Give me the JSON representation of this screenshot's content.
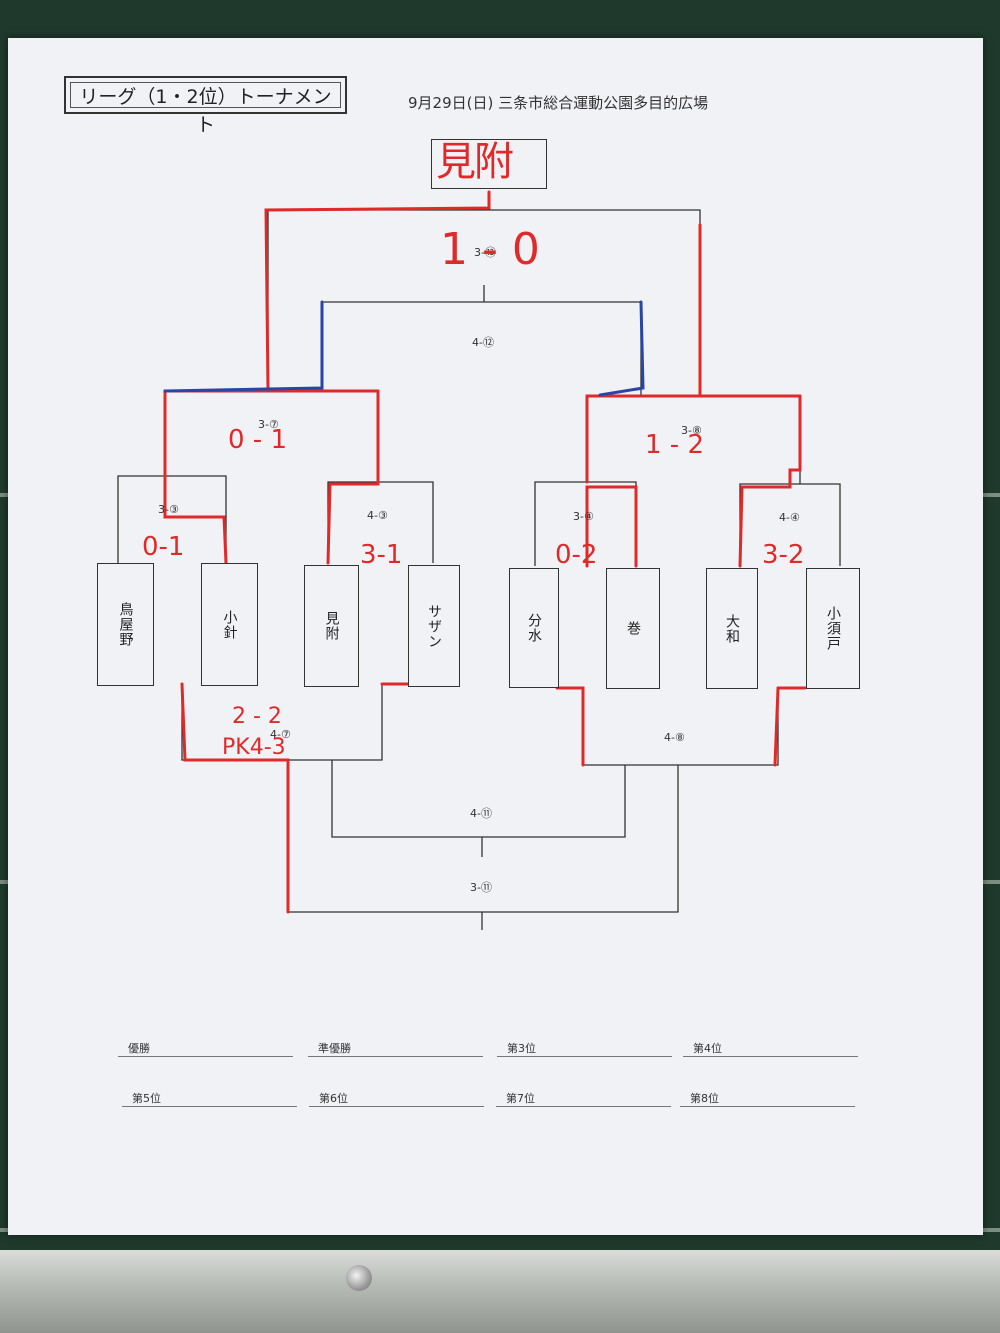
{
  "header": {
    "title": "リーグ（1・2位）トーナメント",
    "info": "9月29日(日)  三条市総合運動公園多目的広場"
  },
  "champion": "見附",
  "teams": [
    "鳥屋野",
    "小針",
    "見附",
    "サザン",
    "分水",
    "巻",
    "大和",
    "小須戸"
  ],
  "matches": {
    "m3_3": {
      "label": "3-③",
      "score": "0-1"
    },
    "m4_3": {
      "label": "4-③",
      "score": "3-1"
    },
    "m3_4": {
      "label": "3-④",
      "score": "0-2"
    },
    "m4_4": {
      "label": "4-④",
      "score": "3-2"
    },
    "m3_7": {
      "label": "3-⑦",
      "score": "0 - 1"
    },
    "m3_8": {
      "label": "3-⑧",
      "score": "1 - 2"
    },
    "m4_7": {
      "label": "4-⑦",
      "score": "2 - 2",
      "pk": "PK4-3"
    },
    "m4_8": {
      "label": "4-⑧"
    },
    "m4_11": {
      "label": "4-⑪"
    },
    "m3_11": {
      "label": "3-⑪"
    },
    "m4_12": {
      "label": "4-⑫"
    },
    "m3_12": {
      "label": "3-⑫",
      "score": "1 - 0"
    }
  },
  "rankings": [
    "優勝",
    "準優勝",
    "第3位",
    "第4位",
    "第5位",
    "第6位",
    "第7位",
    "第8位"
  ],
  "colors": {
    "marker_red": "#e02a2a",
    "marker_blue": "#2846a8",
    "ink": "#333333"
  }
}
